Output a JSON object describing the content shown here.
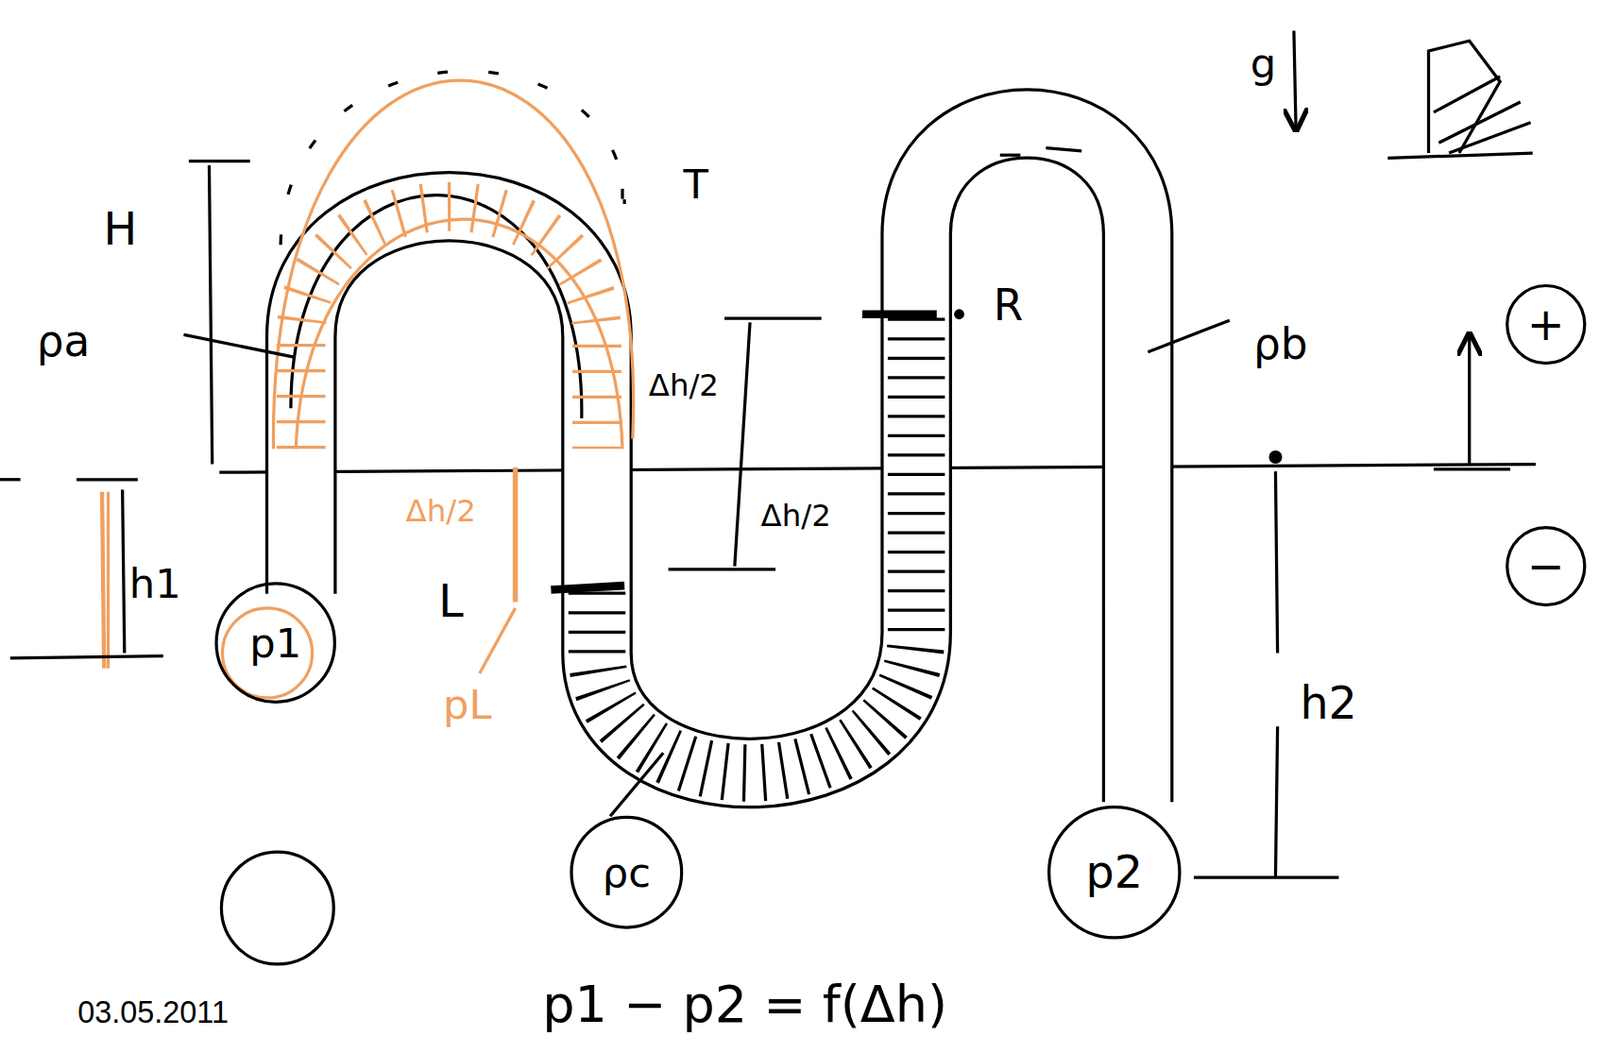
{
  "diagram": {
    "nodes": [
      {
        "text": [
          "p1"
        ]
      },
      {
        "text": [
          "ρc"
        ]
      },
      {
        "text": [
          "p2"
        ]
      },
      {
        "text": [
          "+"
        ]
      },
      {
        "text": [
          "−"
        ]
      }
    ],
    "labels": [
      "H",
      "ρa",
      "T",
      "Δh/2",
      "R",
      "ρb",
      "h1",
      "Δh/2",
      "L",
      "Δh/2",
      "pL",
      "h2",
      "g",
      "p1 − p2 = f(Δh)",
      "03.05.2011"
    ]
  }
}
